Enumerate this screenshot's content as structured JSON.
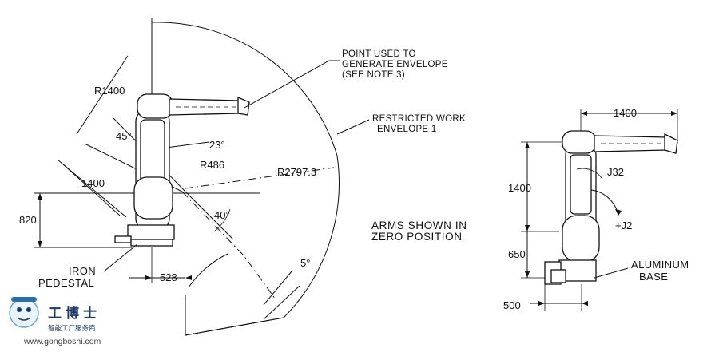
{
  "left_view": {
    "radius_main": "R1400",
    "angle_45": "45°",
    "angle_23": "23°",
    "radius_486": "R486",
    "radius_envelope": "R2797.3",
    "dim_1400": "1400",
    "dim_820": "820",
    "angle_40": "40°",
    "angle_5": "5°",
    "dim_528": "528",
    "iron_line1": "IRON",
    "iron_line2": "PEDESTAL"
  },
  "notes": {
    "point_line1": "POINT USED TO",
    "point_line2": "GENERATE ENVELOPE",
    "point_line3": "(SEE NOTE 3)",
    "restricted_line1": "RESTRICTED WORK",
    "restricted_line2": "ENVELOPE 1",
    "arms_line1": "ARMS SHOWN IN",
    "arms_line2": "ZERO POSITION"
  },
  "right_view": {
    "dim_top_1400": "1400",
    "dim_side_1400": "1400",
    "j3": "J32",
    "j2": "+J2",
    "dim_650": "650",
    "dim_500": "500",
    "alu_line1": "ALUMINUM",
    "alu_line2": "BASE"
  },
  "watermark": {
    "brand": "工博士",
    "subtitle": "智能工厂服务商",
    "url": "www.gongboshi.com"
  }
}
